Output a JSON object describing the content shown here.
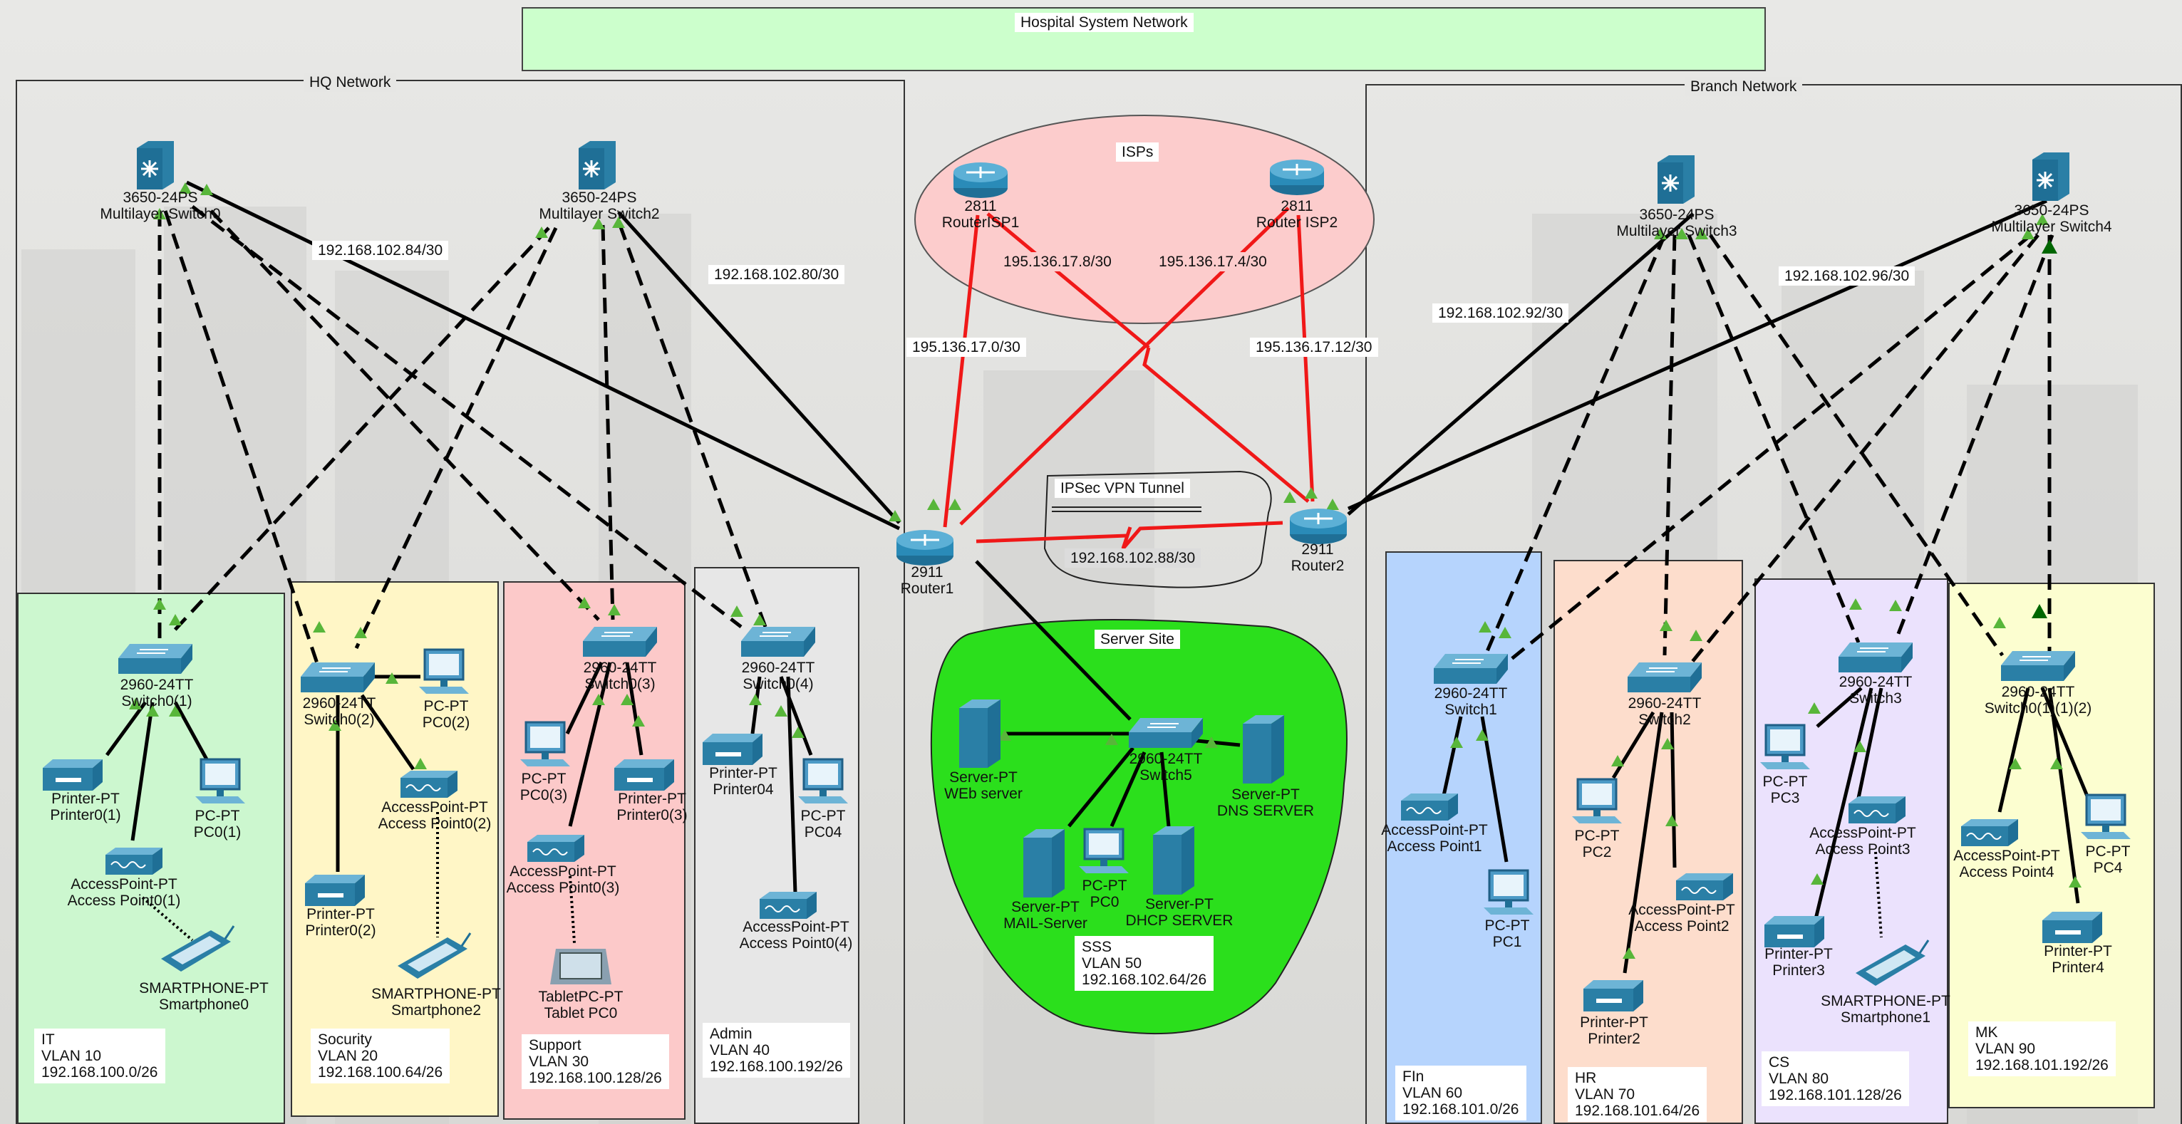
{
  "title": "Hospital System Network",
  "areas": {
    "hq": "HQ Network",
    "branch": "Branch Network",
    "isps": "ISPs",
    "server_site": "Server Site",
    "vpn": "IPSec VPN Tunnel"
  },
  "subnets": {
    "msw1_r1": "192.168.102.84/30",
    "msw2_r1": "192.168.102.80/30",
    "msw3_r2": "192.168.102.92/30",
    "msw4_r2": "192.168.102.96/30",
    "isp1_r1": "195.136.17.0/30",
    "isp1_r2": "195.136.17.8/30",
    "isp2_r1": "195.136.17.4/30",
    "isp2_r2": "195.136.17.12/30",
    "vpn": "192.168.102.88/30"
  },
  "devices": {
    "msw1": [
      "3650-24PS",
      "Multilayer Switch0"
    ],
    "msw2": [
      "3650-24PS",
      "Multilayer Switch2"
    ],
    "msw3": [
      "3650-24PS",
      "Multilayer Switch3"
    ],
    "msw4": [
      "3650-24PS",
      "Multilayer Switch4"
    ],
    "isp1": [
      "2811",
      "RouterISP1"
    ],
    "isp2": [
      "2811",
      "Router ISP2"
    ],
    "r1": [
      "2911",
      "Router1"
    ],
    "r2": [
      "2911",
      "Router2"
    ],
    "sw_it": [
      "2960-24TT",
      "Switch0(1)"
    ],
    "sw_sec": [
      "2960-24TT",
      "Switch0(2)"
    ],
    "sw_sup": [
      "2960-24TT",
      "Switch0(3)"
    ],
    "sw_adm": [
      "2960-24TT",
      "Switch0(4)"
    ],
    "sw_srv": [
      "2960-24TT",
      "Switch5"
    ],
    "sw_fin": [
      "2960-24TT",
      "Switch1"
    ],
    "sw_hr": [
      "2960-24TT",
      "Switch2"
    ],
    "sw_cs": [
      "2960-24TT",
      "Switch3"
    ],
    "sw_mk": [
      "2960-24TT",
      "Switch0(1)(1)(2)"
    ],
    "pr_it": [
      "Printer-PT",
      "Printer0(1)"
    ],
    "pc_it": [
      "PC-PT",
      "PC0(1)"
    ],
    "ap_it": [
      "AccessPoint-PT",
      "Access Point0(1)"
    ],
    "ph_it": [
      "SMARTPHONE-PT",
      "Smartphone0"
    ],
    "pc_sec": [
      "PC-PT",
      "PC0(2)"
    ],
    "ap_sec": [
      "AccessPoint-PT",
      "Access Point0(2)"
    ],
    "pr_sec": [
      "Printer-PT",
      "Printer0(2)"
    ],
    "ph_sec": [
      "SMARTPHONE-PT",
      "Smartphone2"
    ],
    "pc_sup": [
      "PC-PT",
      "PC0(3)"
    ],
    "pr_sup": [
      "Printer-PT",
      "Printer0(3)"
    ],
    "ap_sup": [
      "AccessPoint-PT",
      "Access Point0(3)"
    ],
    "tab_sup": [
      "TabletPC-PT",
      "Tablet PC0"
    ],
    "pr_adm": [
      "Printer-PT",
      "Printer04"
    ],
    "pc_adm": [
      "PC-PT",
      "PC04"
    ],
    "ap_adm": [
      "AccessPoint-PT",
      "Access Point0(4)"
    ],
    "srv_web": [
      "Server-PT",
      "WEb server"
    ],
    "srv_dns": [
      "Server-PT",
      "DNS SERVER"
    ],
    "srv_mail": [
      "Server-PT",
      "MAIL-Server"
    ],
    "pc_srv": [
      "PC-PT",
      "PC0"
    ],
    "srv_dhcp": [
      "Server-PT",
      "DHCP SERVER"
    ],
    "ap_fin": [
      "AccessPoint-PT",
      "Access Point1"
    ],
    "pc_fin": [
      "PC-PT",
      "PC1"
    ],
    "pc_hr": [
      "PC-PT",
      "PC2"
    ],
    "ap_hr": [
      "AccessPoint-PT",
      "Access Point2"
    ],
    "pr_hr": [
      "Printer-PT",
      "Printer2"
    ],
    "pc_cs": [
      "PC-PT",
      "PC3"
    ],
    "ap_cs": [
      "AccessPoint-PT",
      "Access Point3"
    ],
    "pr_cs": [
      "Printer-PT",
      "Printer3"
    ],
    "ph_cs": [
      "SMARTPHONE-PT",
      "Smartphone1"
    ],
    "ap_mk": [
      "AccessPoint-PT",
      "Access Point4"
    ],
    "pc_mk": [
      "PC-PT",
      "PC4"
    ],
    "pr_mk": [
      "Printer-PT",
      "Printer4"
    ]
  },
  "vlans": {
    "it": [
      "IT",
      "VLAN 10",
      "192.168.100.0/26"
    ],
    "sec": [
      "Socurity",
      "VLAN 20",
      "192.168.100.64/26"
    ],
    "sup": [
      "Support",
      "VLAN 30",
      "192.168.100.128/26"
    ],
    "adm": [
      "Admin",
      "VLAN 40",
      "192.168.100.192/26"
    ],
    "sss": [
      "SSS",
      "VLAN 50",
      "192.168.102.64/26"
    ],
    "fin": [
      "FIn",
      "VLAN 60",
      "192.168.101.0/26"
    ],
    "hr": [
      "HR",
      "VLAN 70",
      "192.168.101.64/26"
    ],
    "cs": [
      "CS",
      "VLAN 80",
      "192.168.101.128/26"
    ],
    "mk": [
      "MK",
      "VLAN 90",
      "192.168.101.192/26"
    ]
  },
  "colors": {
    "vlan10": "#ccf7cf",
    "vlan20": "#fff6c6",
    "vlan30": "#fcc9c9",
    "vlan40": "#e7e7e7",
    "vlan60": "#b6d4fd",
    "vlan70": "#fdddcc",
    "vlan80": "#ebe2fd",
    "vlan90": "#fcfed0",
    "server_site": "#2bdf1c",
    "isp_cloud": "#fccccc",
    "title_box": "#ccffcc",
    "wan_link": "#f01818",
    "link_up": "#58b63a"
  }
}
